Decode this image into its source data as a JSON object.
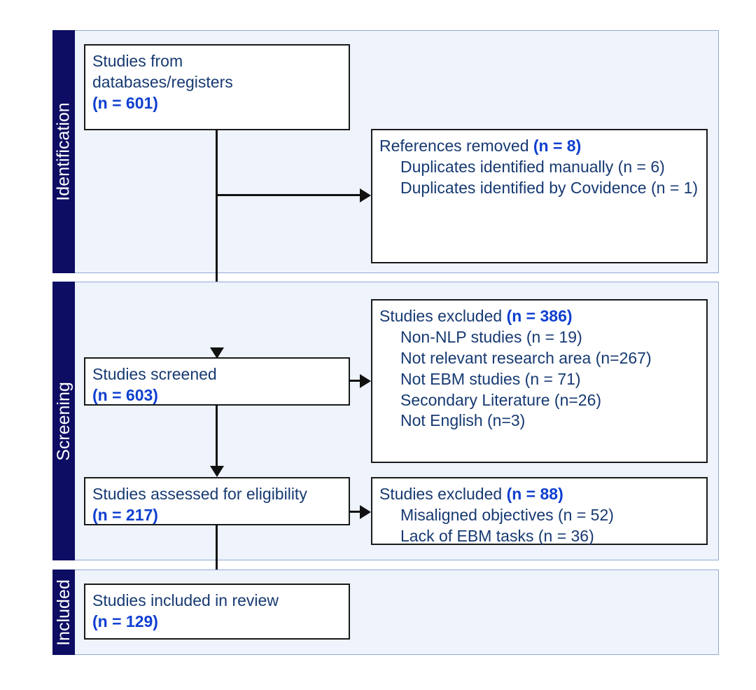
{
  "diagram": {
    "type": "prisma-flow-diagram",
    "colors": {
      "panel_background": "#eef3fc",
      "panel_border": "#93aad3",
      "stage_bar": "#0d0d63",
      "stage_bar_text": "#ffffff",
      "box_background": "#ffffff",
      "box_border": "#1a1a1a",
      "body_text": "#173a72",
      "count_text": "#0f3fd0"
    }
  },
  "stages": [
    {
      "id": "identification",
      "label": "Identification"
    },
    {
      "id": "screening",
      "label": "Screening"
    },
    {
      "id": "included",
      "label": "Included"
    }
  ],
  "boxes": {
    "records_identified": {
      "title": "Studies from",
      "title2": "databases/registers",
      "count": "(n = 601)"
    },
    "references_removed": {
      "title": "References removed ",
      "count": "(n = 8)",
      "items": [
        "Duplicates identified manually (n = 6)",
        "Duplicates identified by Covidence (n = 1)"
      ]
    },
    "studies_screened": {
      "title": "Studies screened",
      "count": "(n = 603)"
    },
    "studies_excluded_screening": {
      "title": "Studies excluded ",
      "count": "(n = 386)",
      "items": [
        "Non-NLP studies (n = 19)",
        "Not relevant research area (n=267)",
        "Not EBM studies (n = 71)",
        "Secondary Literature (n=26)",
        "Not English (n=3)"
      ]
    },
    "studies_assessed": {
      "title": "Studies assessed for eligibility",
      "count": "(n = 217)"
    },
    "studies_excluded_eligibility": {
      "title": "Studies excluded ",
      "count": "(n = 88)",
      "items": [
        "Misaligned objectives (n = 52)",
        "Lack of EBM tasks (n = 36)"
      ]
    },
    "studies_included": {
      "title": "Studies included in review",
      "count": "(n = 129)"
    }
  }
}
